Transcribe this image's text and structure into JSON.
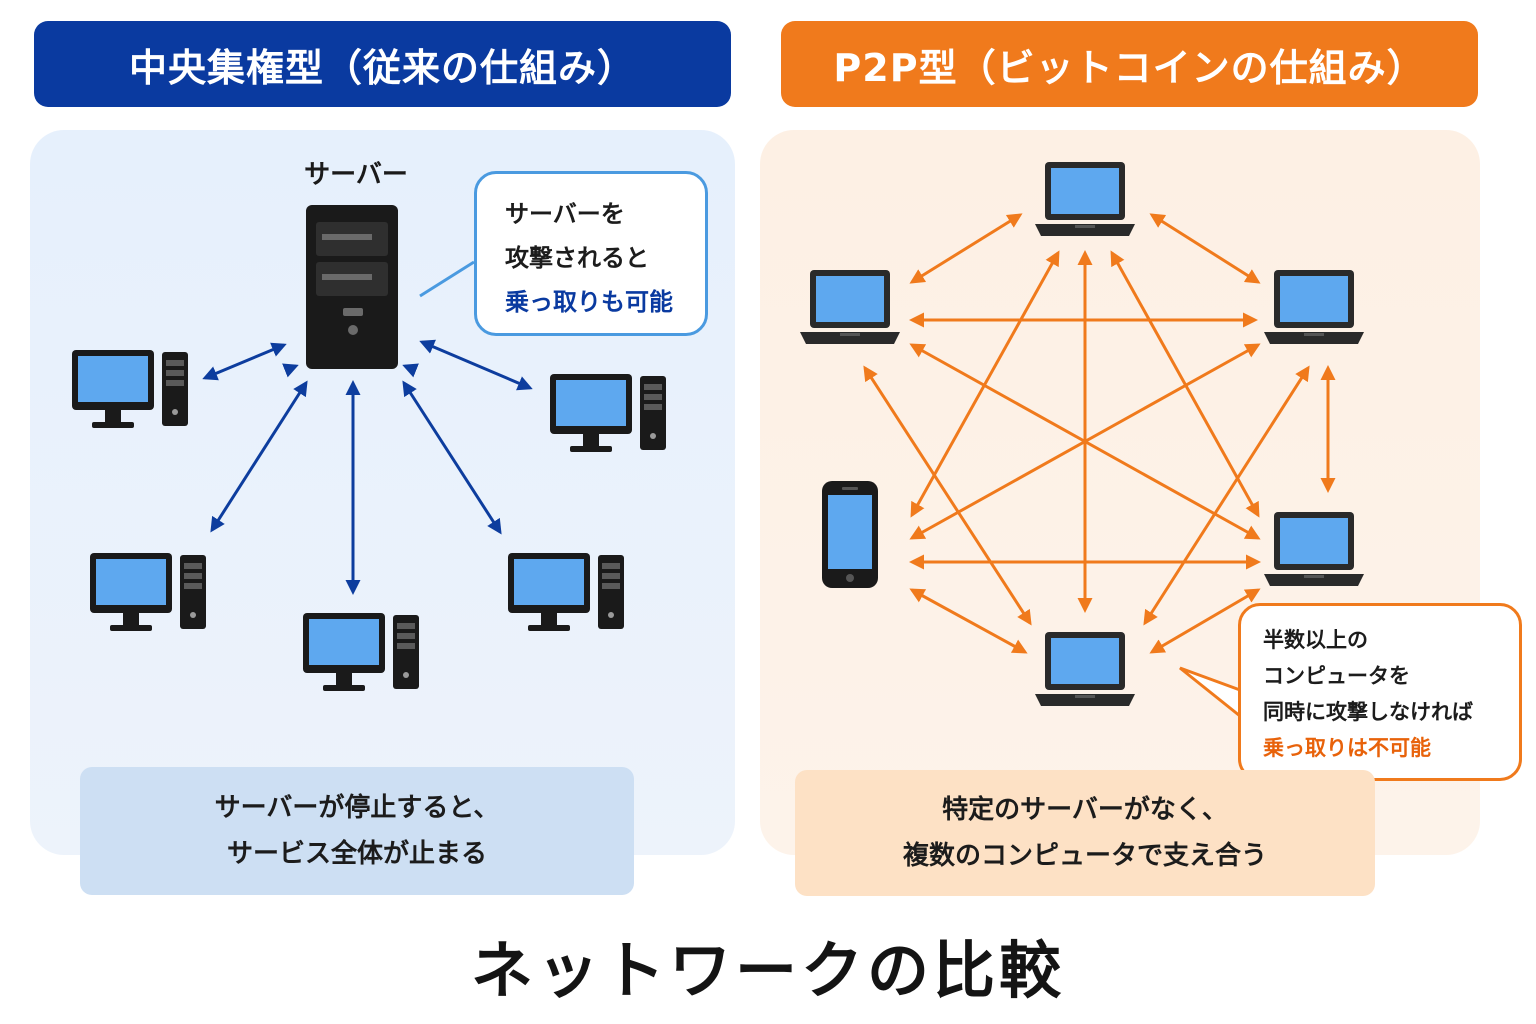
{
  "left": {
    "header": "中央集権型（従来の仕組み）",
    "server_label": "サーバー",
    "bubble_lines": [
      "サーバーを",
      "攻撃されると",
      "乗っ取りも可能"
    ],
    "caption_lines": [
      "サーバーが停止すると、",
      "サービス全体が止まる"
    ],
    "accent_color": "#0a3aa0"
  },
  "right": {
    "header": "P2P型（ビットコインの仕組み）",
    "bubble_lines": [
      "半数以上の",
      "コンピュータを",
      "同時に攻撃しなければ",
      "乗っ取りは不可能"
    ],
    "caption_lines": [
      "特定のサーバーがなく、",
      "複数のコンピュータで支え合う"
    ],
    "accent_color": "#f07a1c"
  },
  "title": "ネットワークの比較"
}
